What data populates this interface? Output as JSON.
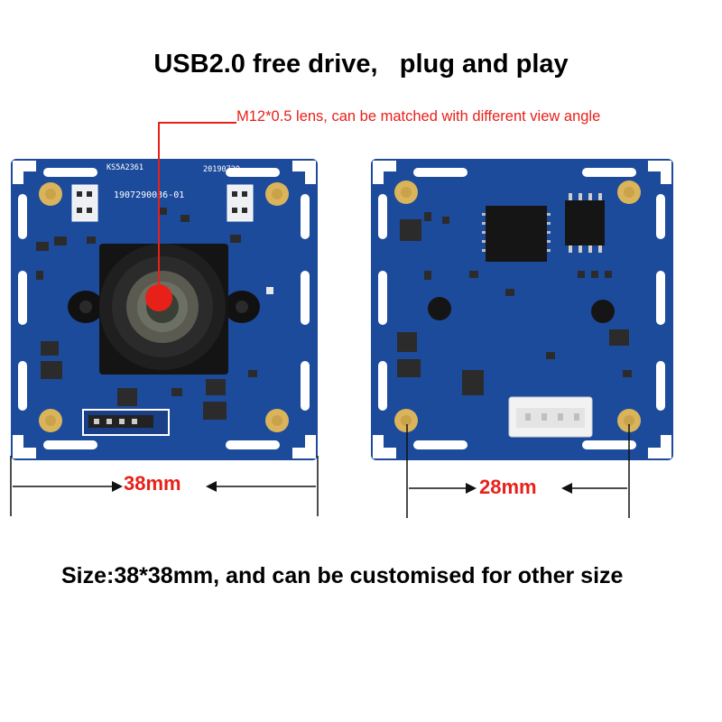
{
  "headline": "USB2.0 free drive,   plug and play",
  "lens_note": "M12*0.5 lens, can be matched with different view angle",
  "front_board": {
    "silk_model": "KS5A2361",
    "silk_date": "20190729",
    "silk_serial": "1907290036-01",
    "width_label": "38mm"
  },
  "back_board": {
    "width_label": "28mm"
  },
  "size_note": "Size:38*38mm, and can be customised for other size",
  "colors": {
    "pcb": "#1d4b9c",
    "pcb_dark": "#163d84",
    "accent_red": "#e8201a",
    "pad_gold": "#d9b45a"
  }
}
